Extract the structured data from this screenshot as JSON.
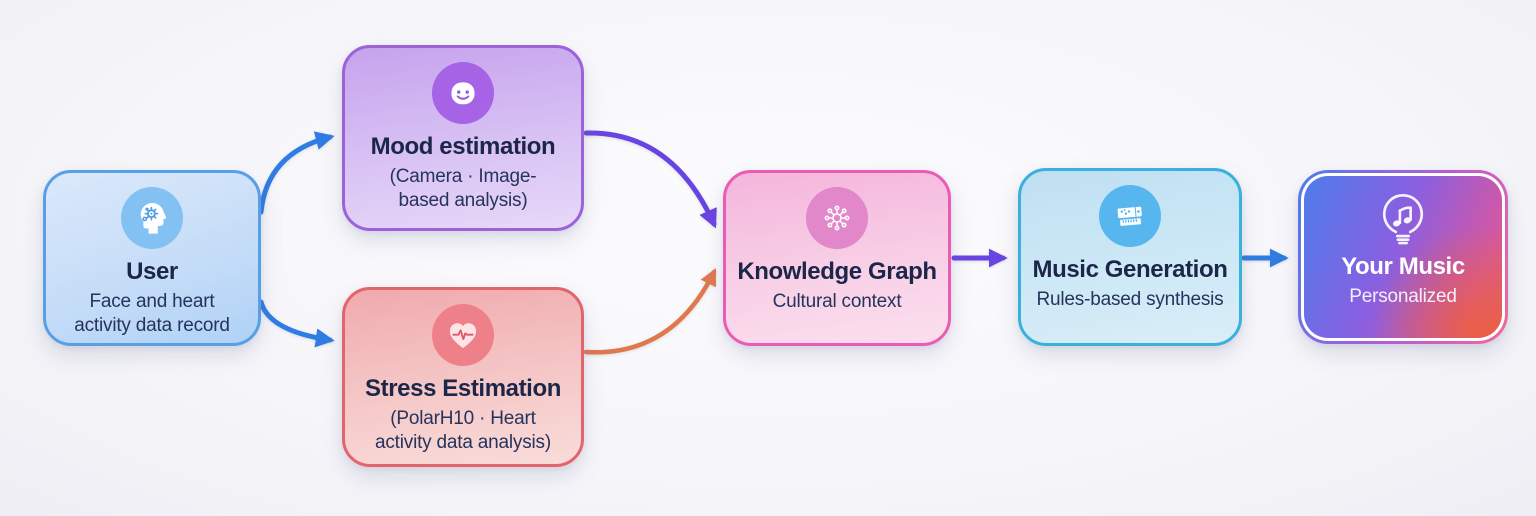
{
  "canvas": {
    "background": "#f4f4f8"
  },
  "nodes": [
    {
      "id": "user",
      "title": "User",
      "subtitle": "Face and heart\nactivity data record",
      "icon": "head-gears-icon",
      "border_color": "#57a0e8",
      "icon_bg": "#83c1f2"
    },
    {
      "id": "mood",
      "title": "Mood estimation",
      "subtitle": "(Camera · Image-\nbased analysis)",
      "icon": "smiley-face-icon",
      "border_color": "#9c62d9",
      "icon_bg": "#a763e6"
    },
    {
      "id": "stress",
      "title": "Stress Estimation",
      "subtitle": "(PolarH10 · Heart\nactivity data analysis)",
      "icon": "heart-pulse-icon",
      "border_color": "#e4646e",
      "icon_bg": "#ee8089"
    },
    {
      "id": "knowledge_graph",
      "title": "Knowledge Graph",
      "subtitle": "Cultural context",
      "icon": "network-graph-icon",
      "border_color": "#ea5cb4",
      "icon_bg": "#e287c9"
    },
    {
      "id": "music_generation",
      "title": "Music Generation",
      "subtitle": "Rules-based synthesis",
      "icon": "synthesizer-icon",
      "border_color": "#39b1dc",
      "icon_bg": "#58b6ee"
    },
    {
      "id": "your_music",
      "title": "Your Music",
      "subtitle": "Personalized",
      "icon": "lightbulb-music-note-icon",
      "border_color": "#ffffff"
    }
  ],
  "edges": [
    {
      "from": "user",
      "to": "mood",
      "color": "#2e7ce4"
    },
    {
      "from": "user",
      "to": "stress",
      "color": "#2e7ce4"
    },
    {
      "from": "mood",
      "to": "knowledge_graph",
      "color": "#6a44e2"
    },
    {
      "from": "stress",
      "to": "knowledge_graph",
      "color": "#e0784e"
    },
    {
      "from": "knowledge_graph",
      "to": "music_generation",
      "color": "#6a44e2"
    },
    {
      "from": "music_generation",
      "to": "your_music",
      "color": "#2e7ce4"
    }
  ]
}
